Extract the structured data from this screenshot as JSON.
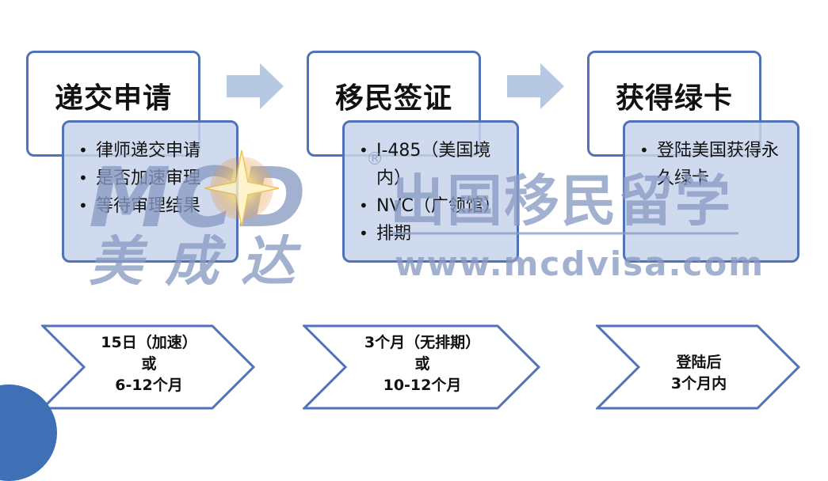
{
  "stages": [
    {
      "title": "递交申请",
      "details": [
        "律师递交申请",
        "是否加速审理",
        "等待审理结果"
      ]
    },
    {
      "title": "移民签证",
      "details": [
        "I-485（美国境内）",
        "NVC（广领馆）",
        "排期"
      ]
    },
    {
      "title": "获得绿卡",
      "details": [
        "登陆美国获得永久绿卡"
      ]
    }
  ],
  "timeline": [
    {
      "line1": "15日（加速）",
      "line2": "或",
      "line3": "6-12个月"
    },
    {
      "line1": "3个月（无排期）",
      "line2": "或",
      "line3": "10-12个月"
    },
    {
      "line1": "登陆后",
      "line2": "3个月内"
    }
  ],
  "watermark": {
    "logo_text": "MCD",
    "registered": "®",
    "brand_cn": "美成达",
    "tagline": "出国移民留学",
    "url": "www.mcdvisa.com"
  },
  "colors": {
    "box_border": "#4f72b8",
    "detail_fill": "#c8d4eb",
    "arrow_fill": "#b7c8e3",
    "watermark": "#8a9cc4",
    "accent": "#3f6fb5"
  },
  "icons": [
    "flow-arrow-icon",
    "chevron-shape",
    "star-logo-icon"
  ]
}
